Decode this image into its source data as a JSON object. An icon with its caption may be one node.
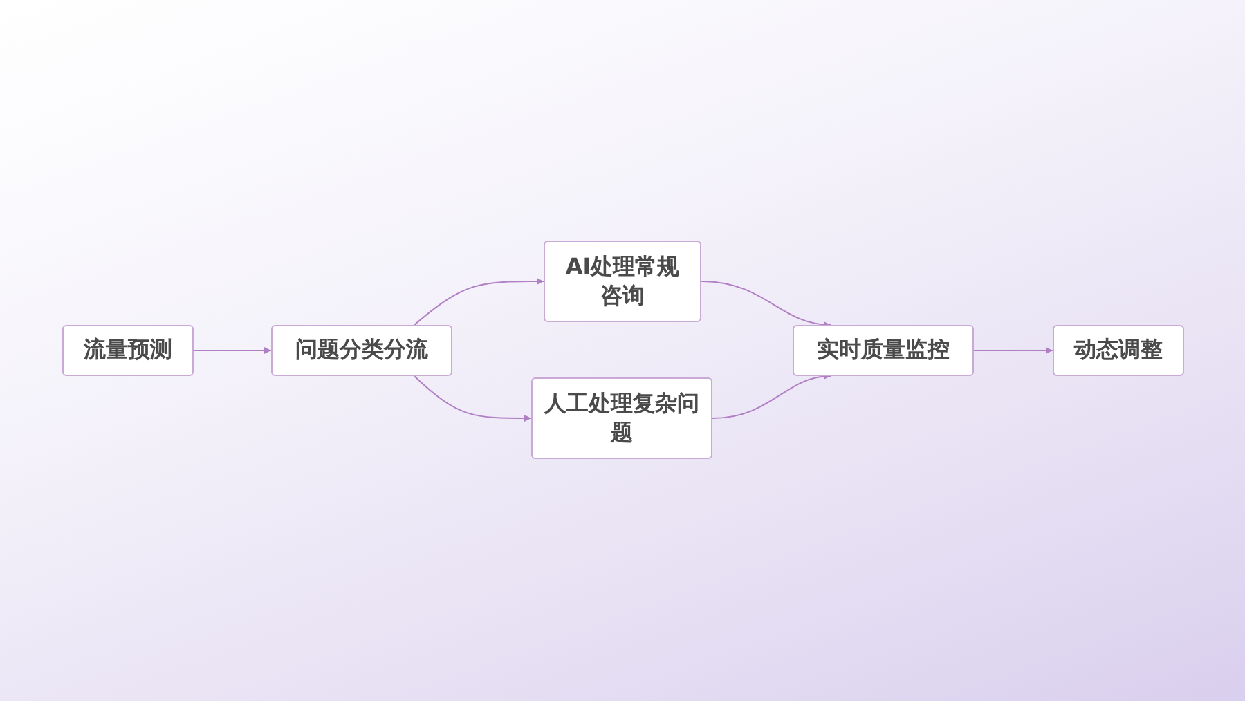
{
  "diagram": {
    "nodes": [
      {
        "text": [
          "流量预测"
        ]
      },
      {
        "text": [
          "问题分类分流"
        ]
      },
      {
        "text": [
          "AI处理常规咨询"
        ]
      },
      {
        "text": [
          "人工处理复杂问题"
        ]
      },
      {
        "text": [
          "实时质量监控"
        ]
      },
      {
        "text": [
          "动态调整"
        ]
      }
    ],
    "edges": [
      {
        "from": 0,
        "to": 1,
        "arrow": "to"
      },
      {
        "from": 1,
        "to": 2,
        "arrow": "to"
      },
      {
        "from": 1,
        "to": 3,
        "arrow": "to"
      },
      {
        "from": 2,
        "to": 4,
        "arrow": "to"
      },
      {
        "from": 3,
        "to": 4,
        "arrow": "to"
      },
      {
        "from": 4,
        "to": 5,
        "arrow": "to"
      }
    ]
  }
}
